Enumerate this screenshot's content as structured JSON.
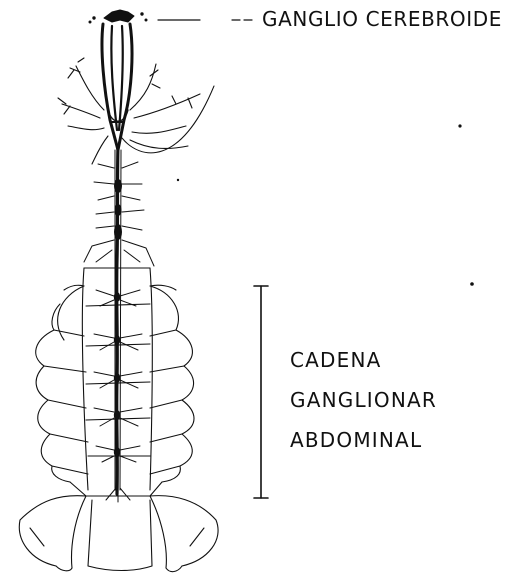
{
  "labels": {
    "cerebral": "GANGLIO CEREBROIDE",
    "abdominal_lines": [
      "CADENA",
      "GANGLIONAR",
      "ABDOMINAL"
    ]
  },
  "colors": {
    "ink": "#111111",
    "background": "#ffffff"
  }
}
